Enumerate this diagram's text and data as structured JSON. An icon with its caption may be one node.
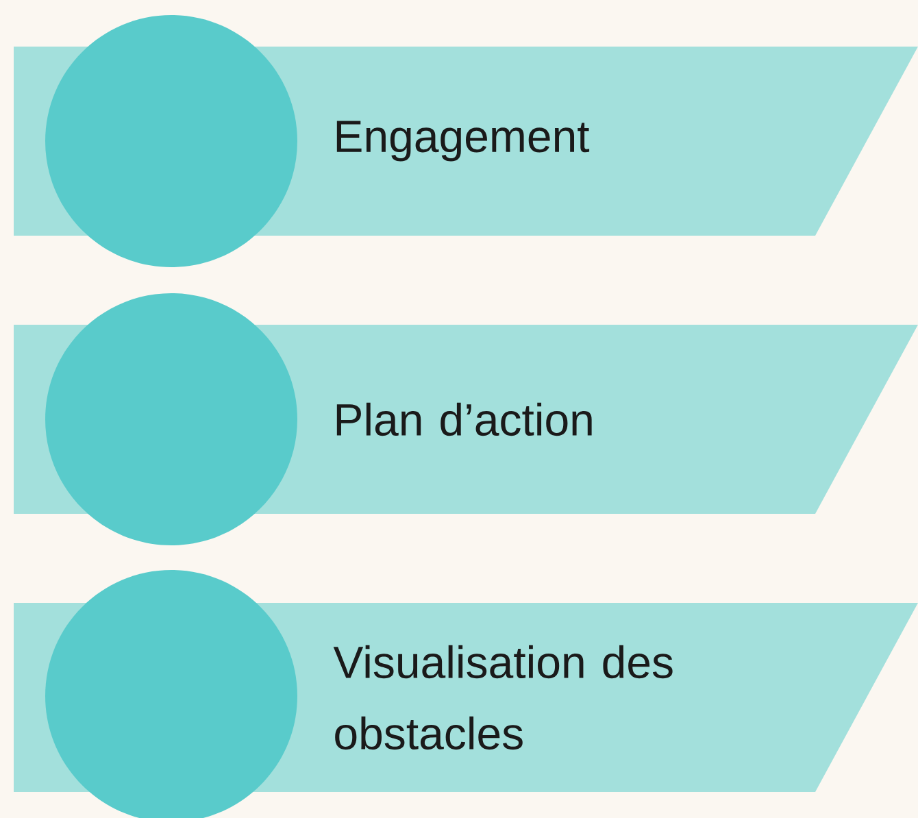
{
  "diagram": {
    "nodes": [
      {
        "text": [
          "Engagement"
        ]
      },
      {
        "text": [
          "Plan d’action"
        ]
      },
      {
        "text": [
          "Visualisation des obstacles"
        ]
      },
      {
        "text": [],
        "shape": "circle"
      },
      {
        "text": [],
        "shape": "circle"
      },
      {
        "text": [],
        "shape": "circle"
      }
    ]
  }
}
